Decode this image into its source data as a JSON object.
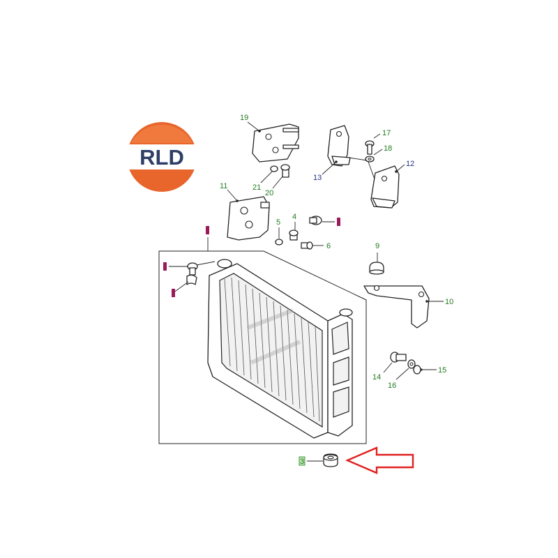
{
  "logo": {
    "text": "RLD",
    "outer_color": "#e8652b",
    "inner_color": "#ffffff",
    "text_color": "#2d3e67"
  },
  "colors": {
    "label_green": "#1f7a1f",
    "label_blue": "#1f2e8a",
    "marker_magenta": "#9b1b5a",
    "arrow_red": "#e02020"
  },
  "labels": {
    "p3": "3",
    "p4": "4",
    "p5": "5",
    "p6": "6",
    "p9": "9",
    "p10": "10",
    "p11": "11",
    "p12": "12",
    "p13": "13",
    "p14": "14",
    "p15": "15",
    "p16": "16",
    "p17": "17",
    "p18": "18",
    "p19": "19",
    "p20": "20",
    "p21": "21"
  }
}
